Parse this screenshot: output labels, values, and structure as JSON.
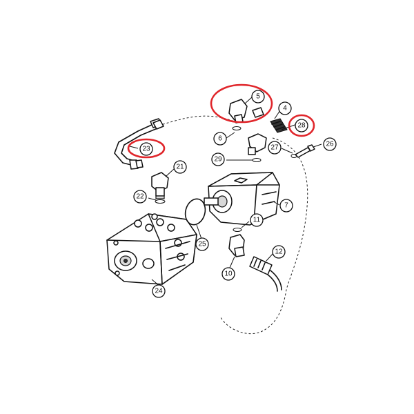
{
  "colors": {
    "highlight": "#e0262b",
    "ink": "#111111"
  },
  "callouts": [
    {
      "id": "5",
      "label": "5"
    },
    {
      "id": "4",
      "label": "4"
    },
    {
      "id": "28",
      "label": "28"
    },
    {
      "id": "6",
      "label": "6"
    },
    {
      "id": "26",
      "label": "26"
    },
    {
      "id": "27",
      "label": "27"
    },
    {
      "id": "29",
      "label": "29"
    },
    {
      "id": "23",
      "label": "23"
    },
    {
      "id": "21",
      "label": "21"
    },
    {
      "id": "22",
      "label": "22"
    },
    {
      "id": "7",
      "label": "7"
    },
    {
      "id": "11",
      "label": "11"
    },
    {
      "id": "25",
      "label": "25"
    },
    {
      "id": "12",
      "label": "12"
    },
    {
      "id": "10",
      "label": "10"
    },
    {
      "id": "24",
      "label": "24"
    }
  ],
  "highlighted": [
    "5",
    "28",
    "23"
  ]
}
